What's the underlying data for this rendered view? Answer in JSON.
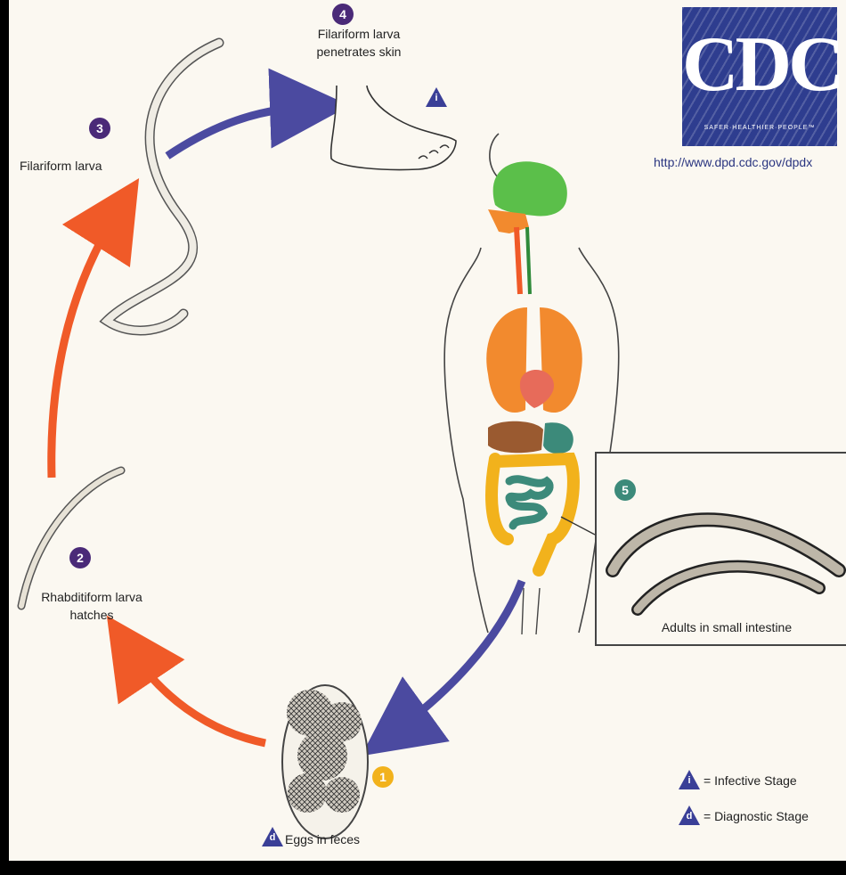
{
  "stages": {
    "s1": {
      "number": "1",
      "label": "Eggs in feces",
      "color": "#f2b21c",
      "marker": "d"
    },
    "s2": {
      "number": "2",
      "label_line1": "Rhabditiform larva",
      "label_line2": "hatches",
      "color": "#4a2a78"
    },
    "s3": {
      "number": "3",
      "label": "Filariform larva",
      "color": "#4a2a78"
    },
    "s4": {
      "number": "4",
      "label_line1": "Filariform larva",
      "label_line2": "penetrates skin",
      "color": "#4a2a78",
      "marker": "i"
    },
    "s5": {
      "number": "5",
      "label": "Adults in small intestine",
      "color": "#3c8a7a"
    }
  },
  "logo": {
    "text": "CDC",
    "tagline": "SAFER·HEALTHIER·PEOPLE™",
    "url": "http://www.dpd.cdc.gov/dpdx"
  },
  "legend": {
    "infective": "= Infective Stage",
    "infective_marker": "i",
    "diagnostic": "= Diagnostic Stage",
    "diagnostic_marker": "d"
  },
  "colors": {
    "orange_arrow": "#f05a28",
    "blue_arrow": "#4b4aa0",
    "triangle": "#3a3f97",
    "brain": "#5bbf4a",
    "lungs": "#f28a2e",
    "intestine_large": "#f2b21c",
    "intestine_small": "#3c8a7a"
  }
}
